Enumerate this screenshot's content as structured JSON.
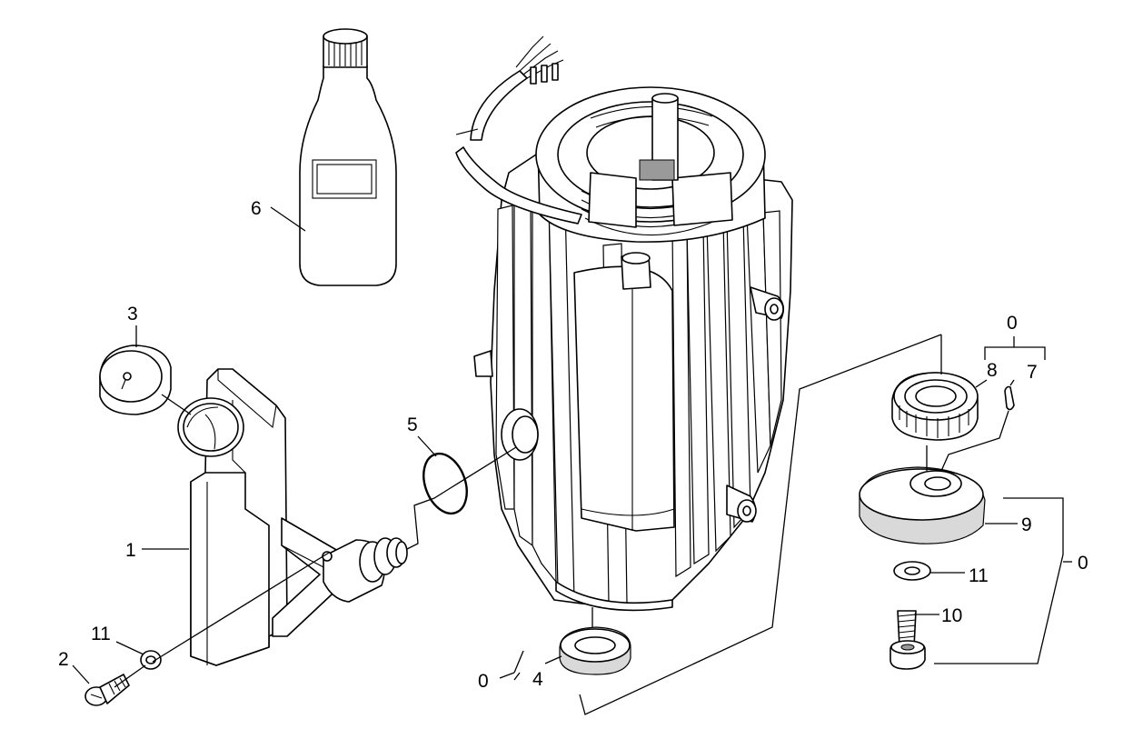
{
  "labels": {
    "bottle": "6",
    "cap": "3",
    "bracket": "1",
    "screw_left": "2",
    "washer_left": "11",
    "oring": "5",
    "seal": "4",
    "seal_ref": "0",
    "group_top": "0",
    "bearing": "8",
    "key": "7",
    "mount": "9",
    "washer_right": "11",
    "bolt": "10",
    "group_right": "0"
  }
}
